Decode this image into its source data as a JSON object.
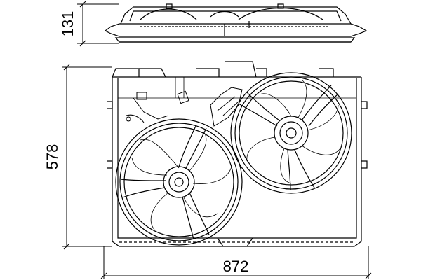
{
  "drawing": {
    "dimensions": {
      "height_top_view": "131",
      "height_front_view": "578",
      "width": "872"
    },
    "colors": {
      "line": "#000000",
      "background": "#ffffff"
    }
  }
}
